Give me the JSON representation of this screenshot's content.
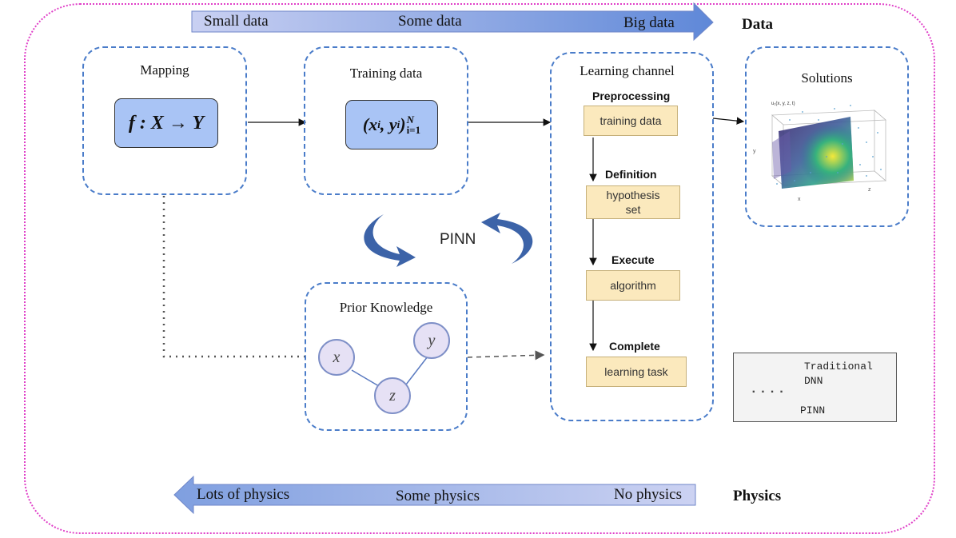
{
  "data_bar": {
    "left": "Small data",
    "mid": "Some data",
    "right": "Big data",
    "axis_label": "Data"
  },
  "physics_bar": {
    "left": "Lots of  physics",
    "mid": "Some physics",
    "right": "No physics",
    "axis_label": "Physics"
  },
  "mapping": {
    "title": "Mapping",
    "formula": "f : X → Y"
  },
  "training": {
    "title": "Training  data",
    "formula_main": "(x",
    "formula_sub_i": "i",
    "formula_y": ", y",
    "formula_close": ")",
    "sup": "N",
    "sub": "i=1"
  },
  "channel": {
    "title": "Learning  channel",
    "steps": [
      {
        "label": "Preprocessing",
        "box": "training data"
      },
      {
        "label": "Definition",
        "box": "hypothesis set"
      },
      {
        "label": "Execute",
        "box": "algorithm"
      },
      {
        "label": "Complete",
        "box": "learning task"
      }
    ]
  },
  "solutions": {
    "title": "Solutions",
    "plot_label": "u₁(x, y, z, t)",
    "axis_x": "x",
    "axis_y": "y",
    "axis_z": "z"
  },
  "pinn_label": "PINN",
  "prior": {
    "title": "Prior Knowledge",
    "nodes": [
      "x",
      "y",
      "z"
    ]
  },
  "legend": {
    "line1": "Traditional",
    "line2": "DNN",
    "dots": "....",
    "line3": "PINN"
  },
  "colors": {
    "dashed_border": "#4a7cc9",
    "frame": "#e040c8",
    "formula_bg": "#a9c4f5",
    "step_bg": "#fbe9bd",
    "arrow_dark": "#3c63a8"
  }
}
